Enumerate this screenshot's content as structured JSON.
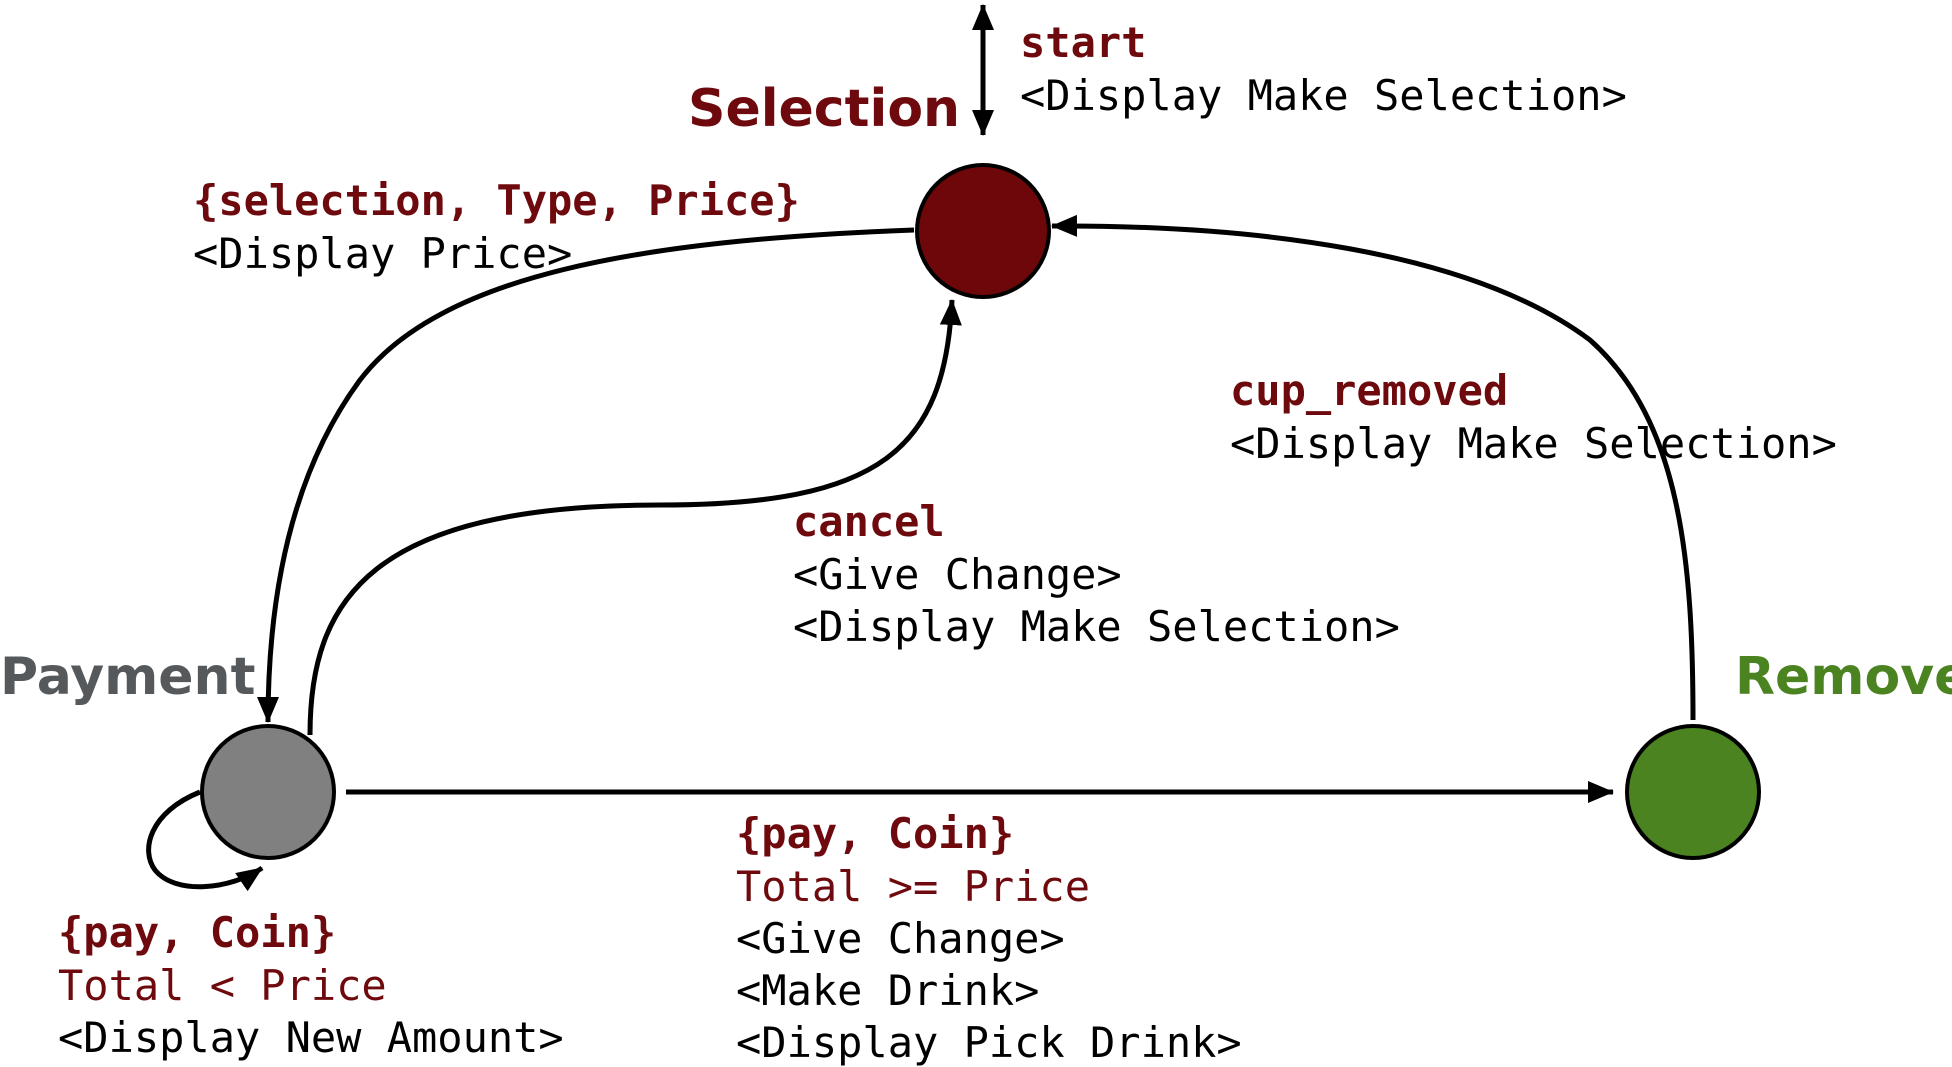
{
  "colors": {
    "selection": "#6e0709",
    "payment": "#808080",
    "remove": "#4a8320",
    "event_text": "#6e0a0d",
    "action_text": "#000000",
    "payment_label": "#55595c",
    "remove_label": "#4a8320",
    "edge": "#000000"
  },
  "states": {
    "selection": {
      "label": "Selection"
    },
    "payment": {
      "label": "Payment"
    },
    "remove": {
      "label": "Remove"
    }
  },
  "transitions": {
    "start": {
      "event": "start",
      "actions": [
        "<Display Make Selection>"
      ]
    },
    "selection_to_payment": {
      "event": "{selection, Type, Price}",
      "actions": [
        "<Display Price>"
      ]
    },
    "cancel": {
      "event": "cancel",
      "actions": [
        "<Give Change>",
        "<Display Make Selection>"
      ]
    },
    "cup_removed": {
      "event": "cup_removed",
      "actions": [
        "<Display Make Selection>"
      ]
    },
    "pay_self_loop": {
      "event": "{pay, Coin}",
      "guard": "Total < Price",
      "actions": [
        "<Display New Amount>"
      ]
    },
    "pay_to_remove": {
      "event": "{pay, Coin}",
      "guard": "Total >= Price",
      "actions": [
        "<Give Change>",
        "<Make Drink>",
        "<Display Pick Drink>"
      ]
    }
  }
}
